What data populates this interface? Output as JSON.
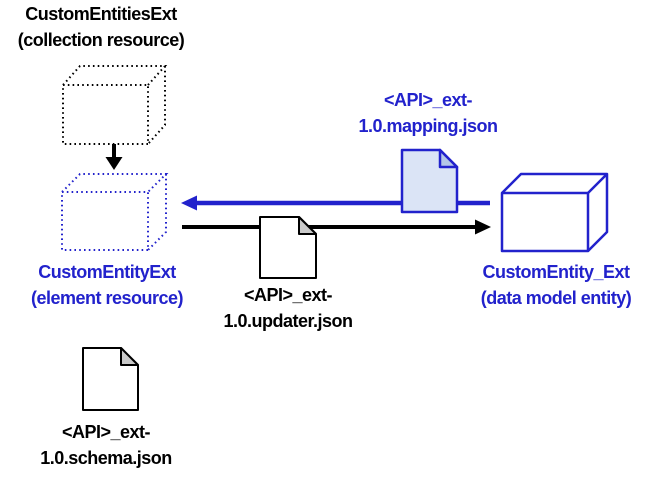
{
  "diagram": {
    "title": "Custom entity extension diagram",
    "background": "#ffffff",
    "colors": {
      "blue_accent": "#2222cc",
      "black": "#000000",
      "mapping_doc_fill": "#dbe4f6",
      "mapping_doc_fold_fill": "#b4c6e7",
      "plain_doc_fill": "#ffffff",
      "plain_doc_fold_fill": "#c9c9c9"
    },
    "labels": {
      "collection_box": {
        "line1": "CustomEntitiesExt",
        "line2": "(collection resource)"
      },
      "element_box": {
        "line1": "CustomEntityExt",
        "line2": "(element resource)"
      },
      "data_model_box": {
        "line1": "CustomEntity_Ext",
        "line2": "(data model entity)"
      },
      "mapping_doc": {
        "line1": "<API>_ext-",
        "line2": "1.0.mapping.json"
      },
      "updater_doc": {
        "line1": "<API>_ext-",
        "line2": "1.0.updater.json"
      },
      "schema_doc": {
        "line1": "<API>_ext-",
        "line2": "1.0.schema.json"
      }
    }
  }
}
